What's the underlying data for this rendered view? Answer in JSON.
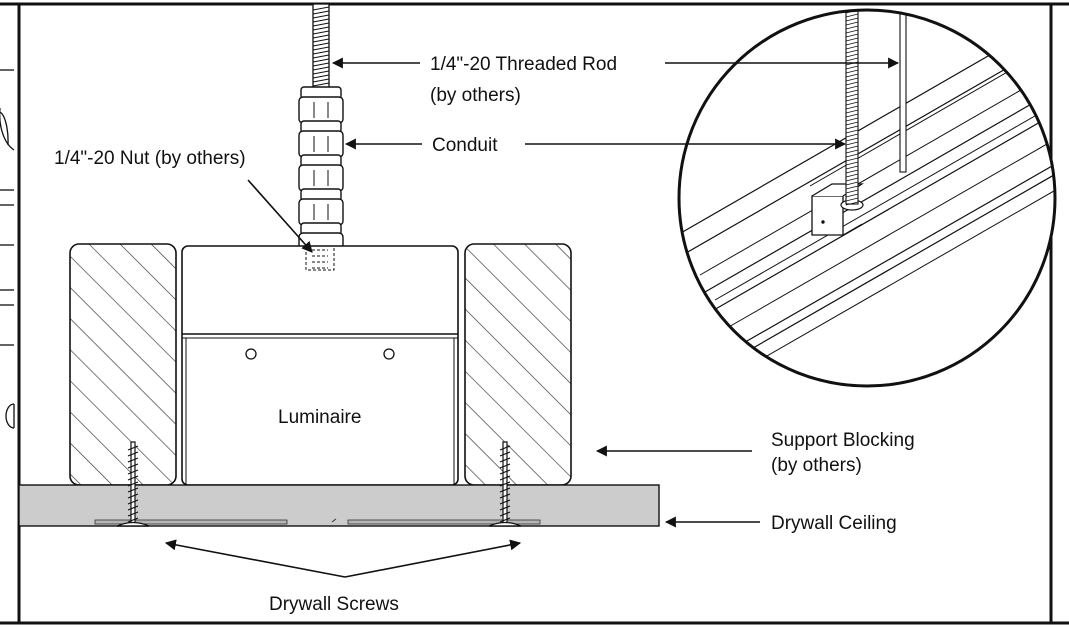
{
  "labels": {
    "threaded_rod_line1": "1/4\"-20 Threaded Rod",
    "threaded_rod_line2": "(by others)",
    "conduit": "Conduit",
    "nut": "1/4\"-20 Nut (by others)",
    "luminaire": "Luminaire",
    "support_blocking_line1": "Support Blocking",
    "support_blocking_line2": "(by others)",
    "drywall_ceiling": "Drywall Ceiling",
    "drywall_screws": "Drywall Screws"
  },
  "colors": {
    "line": "#111111",
    "drywall_fill": "#cccccc",
    "background": "#ffffff"
  }
}
